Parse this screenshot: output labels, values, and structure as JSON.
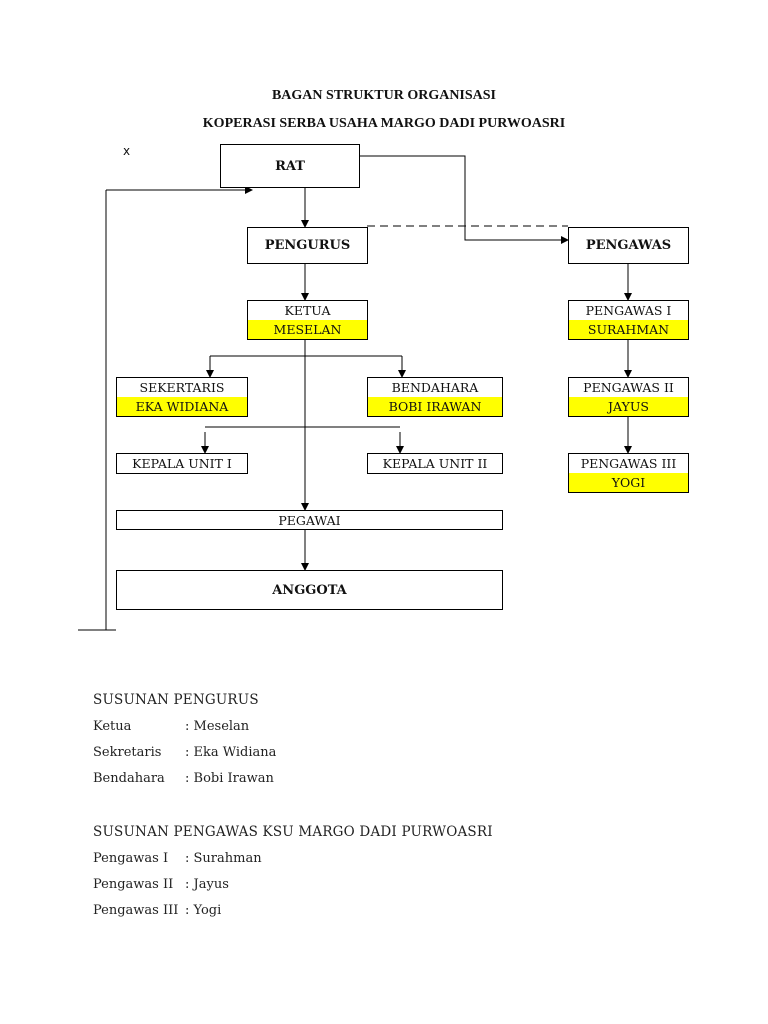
{
  "titles": {
    "line1": "BAGAN STRUKTUR ORGANISASI",
    "line2": "KOPERASI SERBA USAHA MARGO DADI PURWOASRI"
  },
  "marker": "x",
  "chart": {
    "rat": "RAT",
    "pengurus": "PENGURUS",
    "pengawas": "PENGAWAS",
    "ketua": {
      "title": "KETUA",
      "name": "MESELAN"
    },
    "sekertaris": {
      "title": "SEKERTARIS",
      "name": "EKA WIDIANA"
    },
    "bendahara": {
      "title": "BENDAHARA",
      "name": "BOBI IRAWAN"
    },
    "kepala_unit_1": "KEPALA UNIT I",
    "kepala_unit_2": "KEPALA UNIT II",
    "pegawai": "PEGAWAI",
    "anggota": "ANGGOTA",
    "pengawas_1": {
      "title": "PENGAWAS I",
      "name": "SURAHMAN"
    },
    "pengawas_2": {
      "title": "PENGAWAS II",
      "name": "JAYUS"
    },
    "pengawas_3": {
      "title": "PENGAWAS III",
      "name": "YOGI"
    },
    "highlight_color": "#ffff00"
  },
  "susunan_pengurus": {
    "heading": "SUSUNAN PENGURUS",
    "rows": [
      {
        "label": "Ketua",
        "value": ": Meselan"
      },
      {
        "label": "Sekretaris",
        "value": ": Eka Widiana"
      },
      {
        "label": "Bendahara",
        "value": ": Bobi Irawan"
      }
    ]
  },
  "susunan_pengawas": {
    "heading": "SUSUNAN PENGAWAS KSU MARGO DADI PURWOASRI",
    "rows": [
      {
        "label": "Pengawas I",
        "value": ": Surahman"
      },
      {
        "label": "Pengawas II",
        "value": ": Jayus"
      },
      {
        "label": "Pengawas III",
        "value": ": Yogi"
      }
    ]
  }
}
